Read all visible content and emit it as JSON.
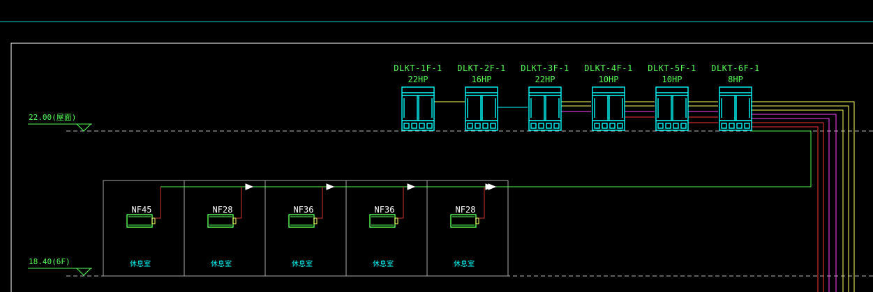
{
  "levels": {
    "roof": "22.00(屋面)",
    "floor6": "18.40(6F)"
  },
  "outdoor_units": [
    {
      "name": "DLKT-1F-1",
      "capacity": "22HP"
    },
    {
      "name": "DLKT-2F-1",
      "capacity": "16HP"
    },
    {
      "name": "DLKT-3F-1",
      "capacity": "22HP"
    },
    {
      "name": "DLKT-4F-1",
      "capacity": "10HP"
    },
    {
      "name": "DLKT-5F-1",
      "capacity": "10HP"
    },
    {
      "name": "DLKT-6F-1",
      "capacity": "8HP"
    }
  ],
  "indoor_units": [
    {
      "model": "NF45",
      "room": "休息室"
    },
    {
      "model": "NF28",
      "room": "休息室"
    },
    {
      "model": "NF36",
      "room": "休息室"
    },
    {
      "model": "NF36",
      "room": "休息室"
    },
    {
      "model": "NF28",
      "room": "休息室"
    }
  ],
  "colors": {
    "background": "#000000",
    "frame": "#ffffff",
    "equipment": "#00ffff",
    "text": "#55ff55",
    "pipe_green": "#55ff55",
    "pipe_yellow": "#ffff66",
    "pipe_magenta": "#ff44ff",
    "pipe_red": "#ff3333",
    "branch_red": "#cc3333",
    "level_dash": "#bbbbbb"
  },
  "icons": [
    "outdoor-unit-icon",
    "fan-coil-icon",
    "flow-arrow-icon",
    "level-marker-icon"
  ]
}
